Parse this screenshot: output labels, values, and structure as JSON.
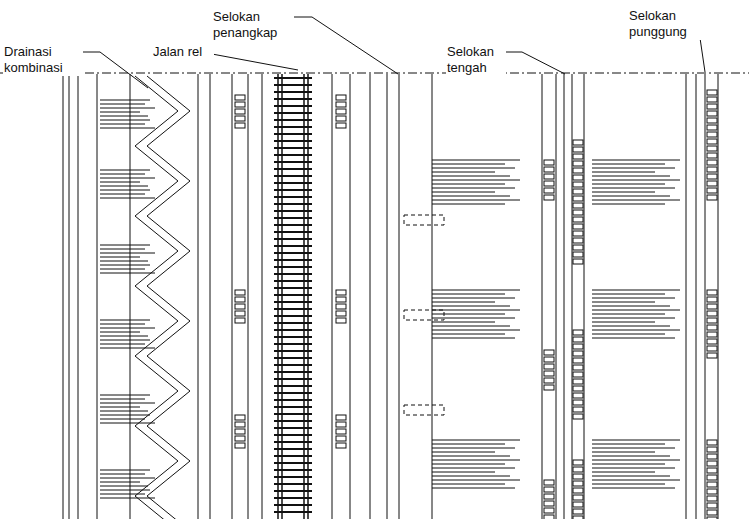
{
  "diagram": {
    "labels": [
      "Drainasi kombinasi",
      "Jalan rel",
      "Selokan penangkap",
      "Selokan tengah",
      "Selokan punggung"
    ]
  }
}
